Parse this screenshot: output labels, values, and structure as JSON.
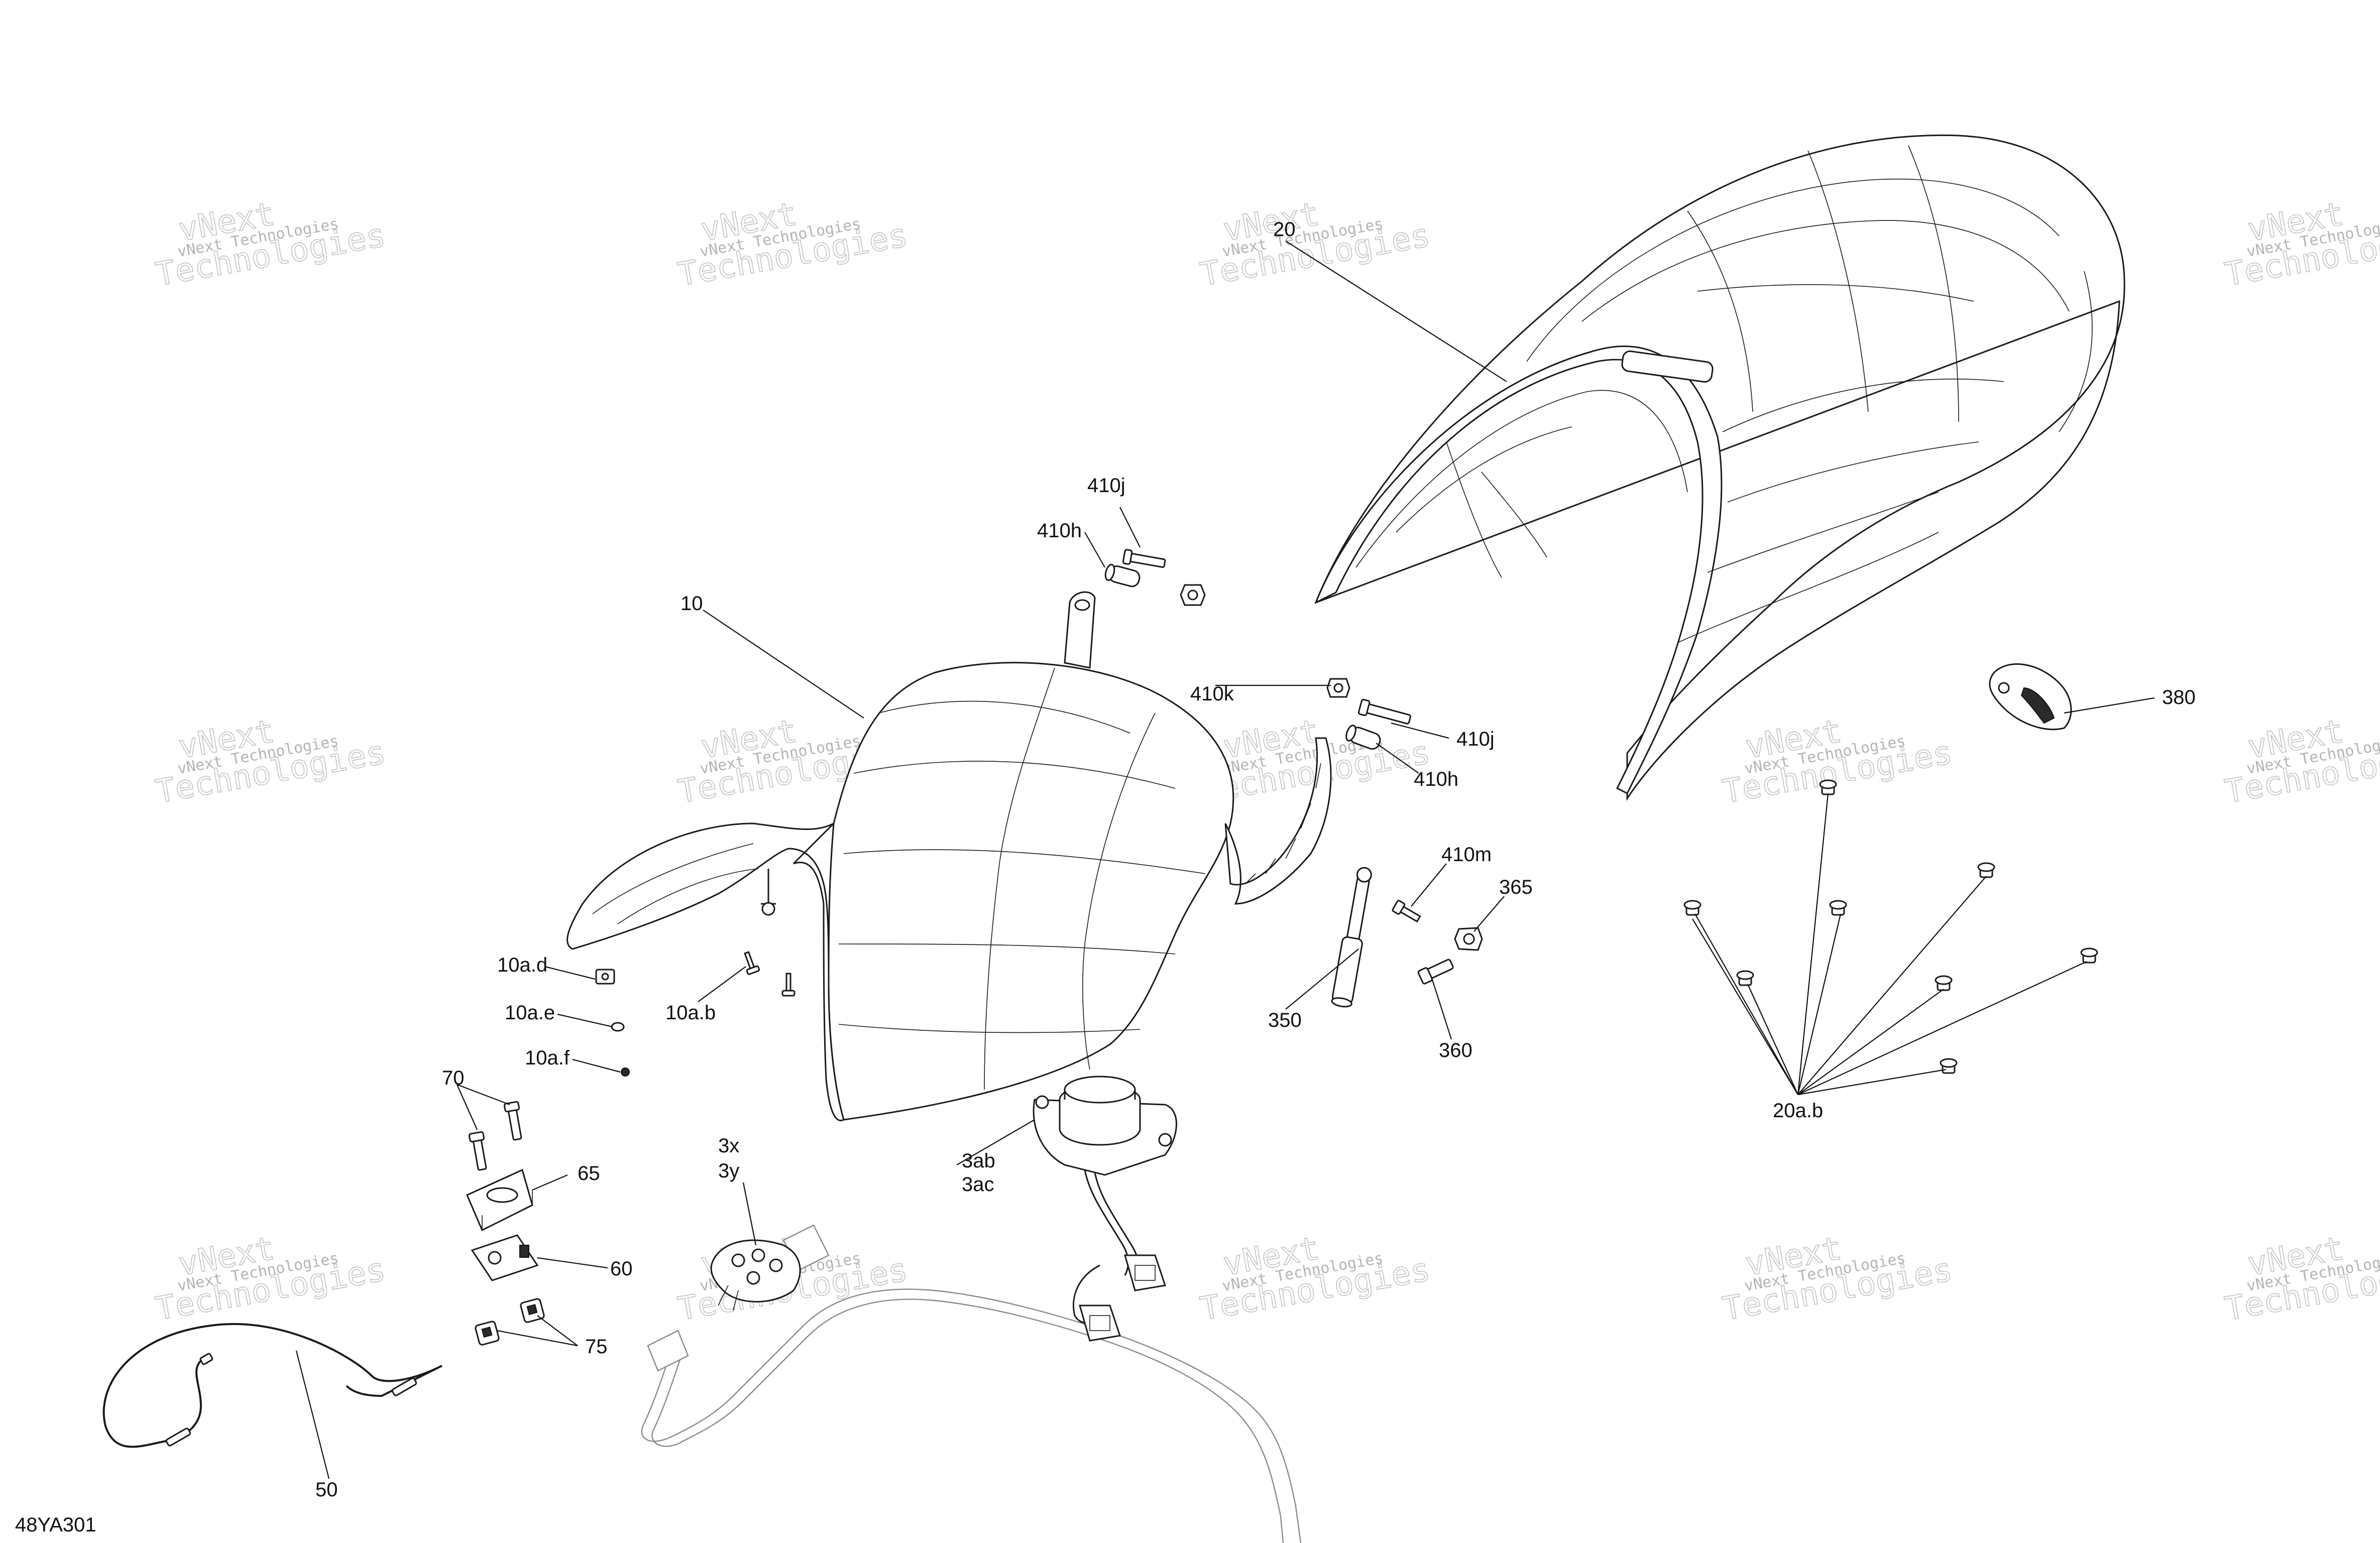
{
  "diagram_code": "48YA301",
  "watermark": {
    "line1": "vNext Technologies",
    "line2": "vNext",
    "line3": "Technologies"
  },
  "callouts": {
    "c20": "20",
    "c410j_top": "410j",
    "c410h_top": "410h",
    "c10": "10",
    "c410k": "410k",
    "c410j_right": "410j",
    "c410h_right": "410h",
    "c380": "380",
    "c410m": "410m",
    "c365": "365",
    "c10ad": "10a.d",
    "c10ae": "10a.e",
    "c10ab": "10a.b",
    "c10af": "10a.f",
    "c350": "350",
    "c360": "360",
    "c20ab": "20a.b",
    "c70": "70",
    "c65": "65",
    "c3x": "3x",
    "c3y": "3y",
    "c3ab": "3ab",
    "c3ac": "3ac",
    "c60": "60",
    "c75": "75",
    "c50": "50"
  }
}
